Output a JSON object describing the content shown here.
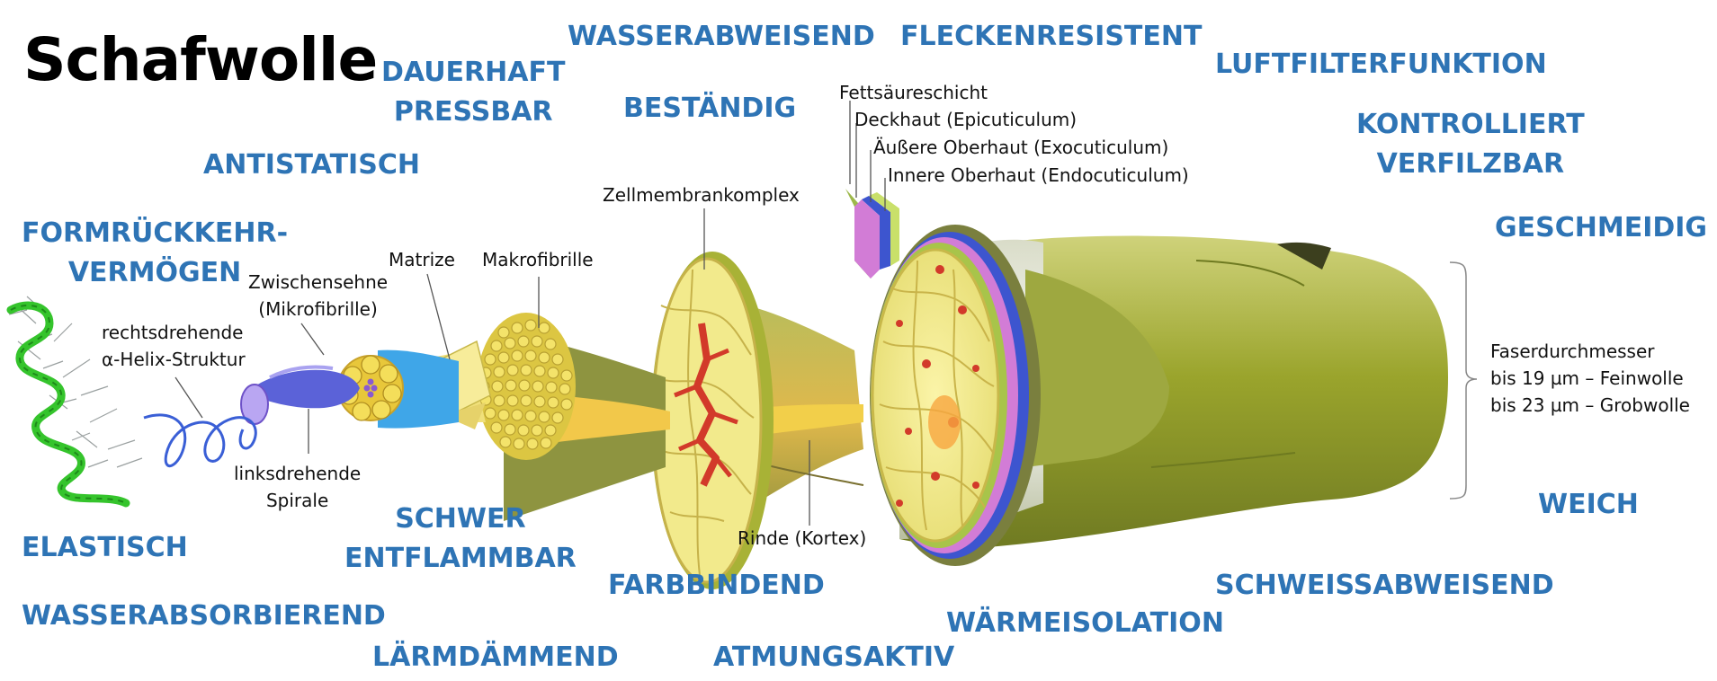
{
  "title": "Schafwolle",
  "properties": {
    "wasserabweisend": "WASSERABWEISEND",
    "fleckenresistent": "FLECKENRESISTENT",
    "luftfilterfunktion": "LUFTFILTERFUNKTION",
    "dauerhaft_pressbar": [
      "DAUERHAFT",
      "PRESSBAR"
    ],
    "bestaendig": "BESTÄNDIG",
    "kontrolliert_verfilzbar": [
      "KONTROLLIERT",
      "VERFILZBAR"
    ],
    "antistatisch": "ANTISTATISCH",
    "geschmeidig": "GESCHMEIDIG",
    "formrueckkehr": [
      "FORMRÜCKKEHR-",
      "VERMÖGEN"
    ],
    "weich": "WEICH",
    "schwer_entflammbar": [
      "SCHWER",
      "ENTFLAMMBAR"
    ],
    "elastisch": "ELASTISCH",
    "farbbindend": "FARBBINDEND",
    "schweissabweisend": "SCHWEISSABWEISEND",
    "wasserabsorbierend": "WASSERABSORBIEREND",
    "waermeisolation": "WÄRMEISOLATION",
    "laermdaemmend": "LÄRMDÄMMEND",
    "atmungsaktiv": "ATMUNGSAKTIV"
  },
  "labels": {
    "fettsaeureschicht": "Fettsäureschicht",
    "deckhaut": "Deckhaut (Epicuticulum)",
    "aeussere_oberhaut": "Äußere Oberhaut (Exocuticulum)",
    "innere_oberhaut": "Innere Oberhaut (Endocuticulum)",
    "zellmembrankomplex": "Zellmembrankomplex",
    "matrize": "Matrize",
    "makrofibrille": "Makrofibrille",
    "zwischensehne": [
      "Zwischensehne",
      "(Mikrofibrille)"
    ],
    "helix": [
      "rechtsdrehende",
      "α-Helix-Struktur"
    ],
    "spirale": [
      "linksdrehende",
      "Spirale"
    ],
    "rinde": "Rinde (Kortex)",
    "faserdurchmesser": [
      "Faserdurchmesser",
      "bis 19 µm – Feinwolle",
      "bis 23 µm – Grobwolle"
    ]
  },
  "colors": {
    "property_blue": "#2e74b5",
    "fiber_green": "#a8b236",
    "cell_yellow": "#f2ea8c",
    "cortex_red": "#d23a2a",
    "spiral_blue": "#3a5fd6",
    "spiral_purple": "#7b6fe0",
    "helix_green": "#35c42c"
  }
}
